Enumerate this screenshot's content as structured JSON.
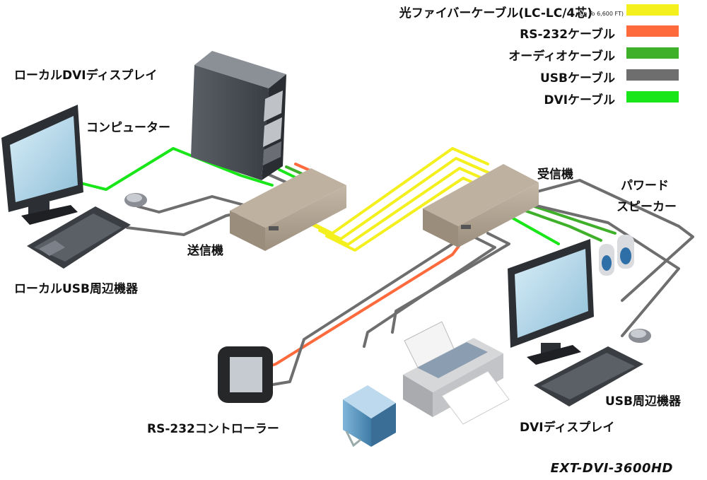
{
  "colors": {
    "fiber": "#f4f01e",
    "rs232": "#ff6a3d",
    "audio": "#3fb02a",
    "usb": "#6e6e6e",
    "dvi": "#19e619"
  },
  "legend": [
    {
      "label": "光ファイバーケーブル(LC-LC/4芯)",
      "note": "(Up To 6,600 FT)",
      "color": "#f4f01e"
    },
    {
      "label": "RS-232ケーブル",
      "note": "",
      "color": "#ff6a3d"
    },
    {
      "label": "オーディオケーブル",
      "note": "",
      "color": "#3fb02a"
    },
    {
      "label": "USBケーブル",
      "note": "",
      "color": "#6e6e6e"
    },
    {
      "label": "DVIケーブル",
      "note": "",
      "color": "#19e619"
    }
  ],
  "labels": {
    "local_dvi_display": "ローカルDVIディスプレイ",
    "computer": "コンピューター",
    "transmitter": "送信機",
    "local_usb": "ローカルUSB周辺機器",
    "receiver": "受信機",
    "powered_speakers_1": "パワード",
    "powered_speakers_2": "スピーカー",
    "usb_peripherals": "USB周辺機器",
    "dvi_display": "DVIディスプレイ",
    "rs232_controller": "RS-232コントローラー"
  },
  "model": "EXT-DVI-3600HD",
  "icons": [
    "monitor-icon",
    "computer-tower-icon",
    "keyboard-icon",
    "mouse-icon",
    "speaker-icon",
    "printer-icon",
    "hard-drive-icon",
    "touch-panel-icon",
    "transmitter-box-icon",
    "receiver-box-icon"
  ]
}
